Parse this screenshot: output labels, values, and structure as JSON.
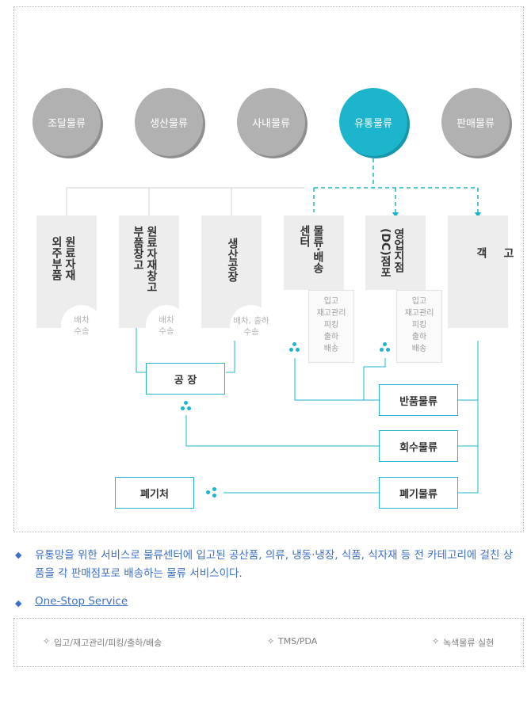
{
  "circles": [
    "조달물류",
    "생산물류",
    "사내물류",
    "유통물류",
    "판매물류"
  ],
  "columns": {
    "c1": "원료자재\n외주부품",
    "c2": "원료자재창고\n부품창고",
    "c3": "생산공장",
    "c4": "물류·배송\n센터",
    "c5": "영업지점\n(DC)점포",
    "c6": "고\n객"
  },
  "badges": {
    "b1": "배차\n수송",
    "b2": "배차\n수송",
    "b3": "배차, 출하\n수송"
  },
  "tasks": "입고\n재고관리\n피킹\n출하\n배송",
  "boxes": {
    "factory": "공 장",
    "return": "반품물류",
    "collect": "회수물류",
    "disposal_logistics": "폐기물류",
    "disposal_site": "폐기처"
  },
  "description": "유통망을 위한 서비스로 물류센터에 입고된 공산품, 의류, 냉동·냉장, 식품, 식자재 등 전 카테고리에 걸친 상품을 각 판매점포로 배송하는 물류 서비스이다.",
  "one_stop": "One-Stop Service",
  "services": [
    "입고/재고관리/피킹/출하/배송",
    "TMS/PDA",
    "녹색물류 실현"
  ],
  "colors": {
    "accent": "#1db5cc",
    "gray": "#b1b1b1",
    "text_blue": "#3c6fc7"
  }
}
